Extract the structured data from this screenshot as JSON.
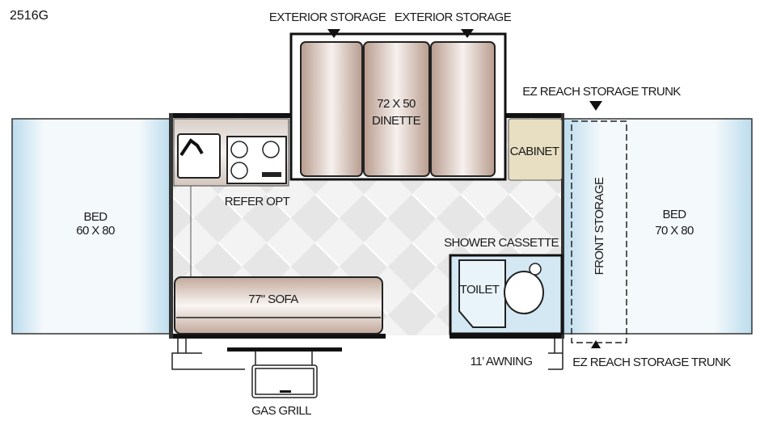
{
  "model": "2516G",
  "labels": {
    "exterior_storage_left": "EXTERIOR STORAGE",
    "exterior_storage_right": "EXTERIOR STORAGE",
    "ez_reach_top": "EZ REACH STORAGE TRUNK",
    "ez_reach_bottom": "EZ REACH STORAGE TRUNK",
    "bed_left_1": "BED",
    "bed_left_2": "60 X 80",
    "dinette_1": "72 X 50",
    "dinette_2": "DINETTE",
    "cabinet": "CABINET",
    "refer": "REFER OPT",
    "front_storage": "FRONT STORAGE",
    "bed_right_1": "BED",
    "bed_right_2": "70 X 80",
    "shower": "SHOWER CASSETTE",
    "toilet": "TOILET",
    "sofa": "77\" SOFA",
    "awning": "11’ AWNING",
    "grill": "GAS GRILL"
  },
  "colors": {
    "bed": "#c9e4f2",
    "cushion": "#c8b2a6",
    "cabinet": "#e8dfc2",
    "wall": "#111111"
  }
}
